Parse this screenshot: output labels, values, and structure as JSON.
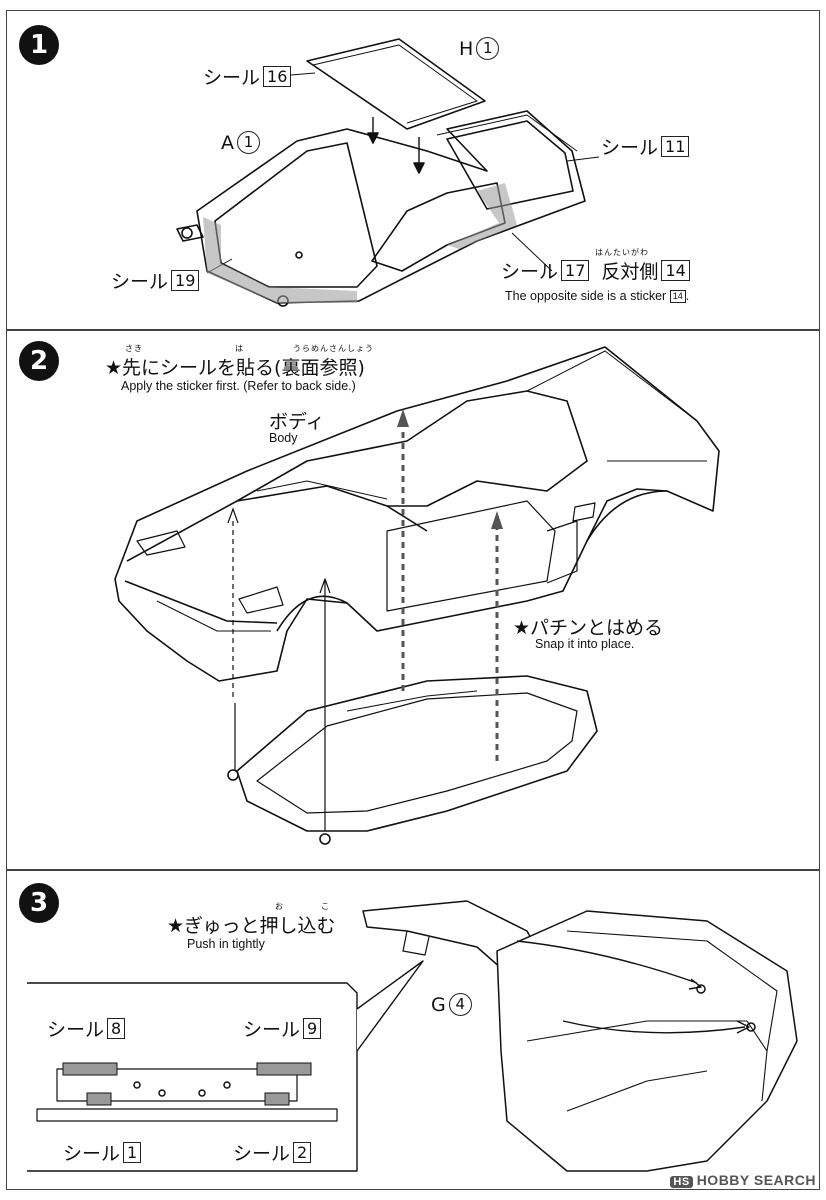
{
  "step1": {
    "number": "1",
    "part_h": "H",
    "part_h_num": "1",
    "part_a": "A",
    "part_a_num": "1",
    "sticker_word": "シール",
    "sticker_16": "16",
    "sticker_11": "11",
    "sticker_19": "19",
    "sticker_17": "17",
    "sticker_14": "14",
    "opposite_side_jp": "反対側",
    "opposite_side_ruby": "はんたいがわ",
    "note_en": "The opposite side is a sticker",
    "note_en_box": "14",
    "note_en_end": "."
  },
  "step2": {
    "number": "2",
    "instruction_jp": "★先にシールを貼る(裏面参照)",
    "ruby_saki": "さき",
    "ruby_ha": "は",
    "ruby_uramen": "うらめんさんしょう",
    "instruction_en": "Apply the sticker first. (Refer to back side.)",
    "body_jp": "ボディ",
    "body_en": "Body",
    "snap_jp": "★パチンとはめる",
    "snap_en": "Snap it into place."
  },
  "step3": {
    "number": "3",
    "instruction_jp": "★ぎゅっと押し込む",
    "ruby_o": "お",
    "ruby_ko": "こ",
    "instruction_en": "Push in tightly",
    "part_g": "G",
    "part_g_num": "4",
    "sticker_word": "シール",
    "sticker_8": "8",
    "sticker_9": "9",
    "sticker_1": "1",
    "sticker_2": "2"
  },
  "watermark": {
    "badge": "HS",
    "text": "HOBBY SEARCH"
  }
}
